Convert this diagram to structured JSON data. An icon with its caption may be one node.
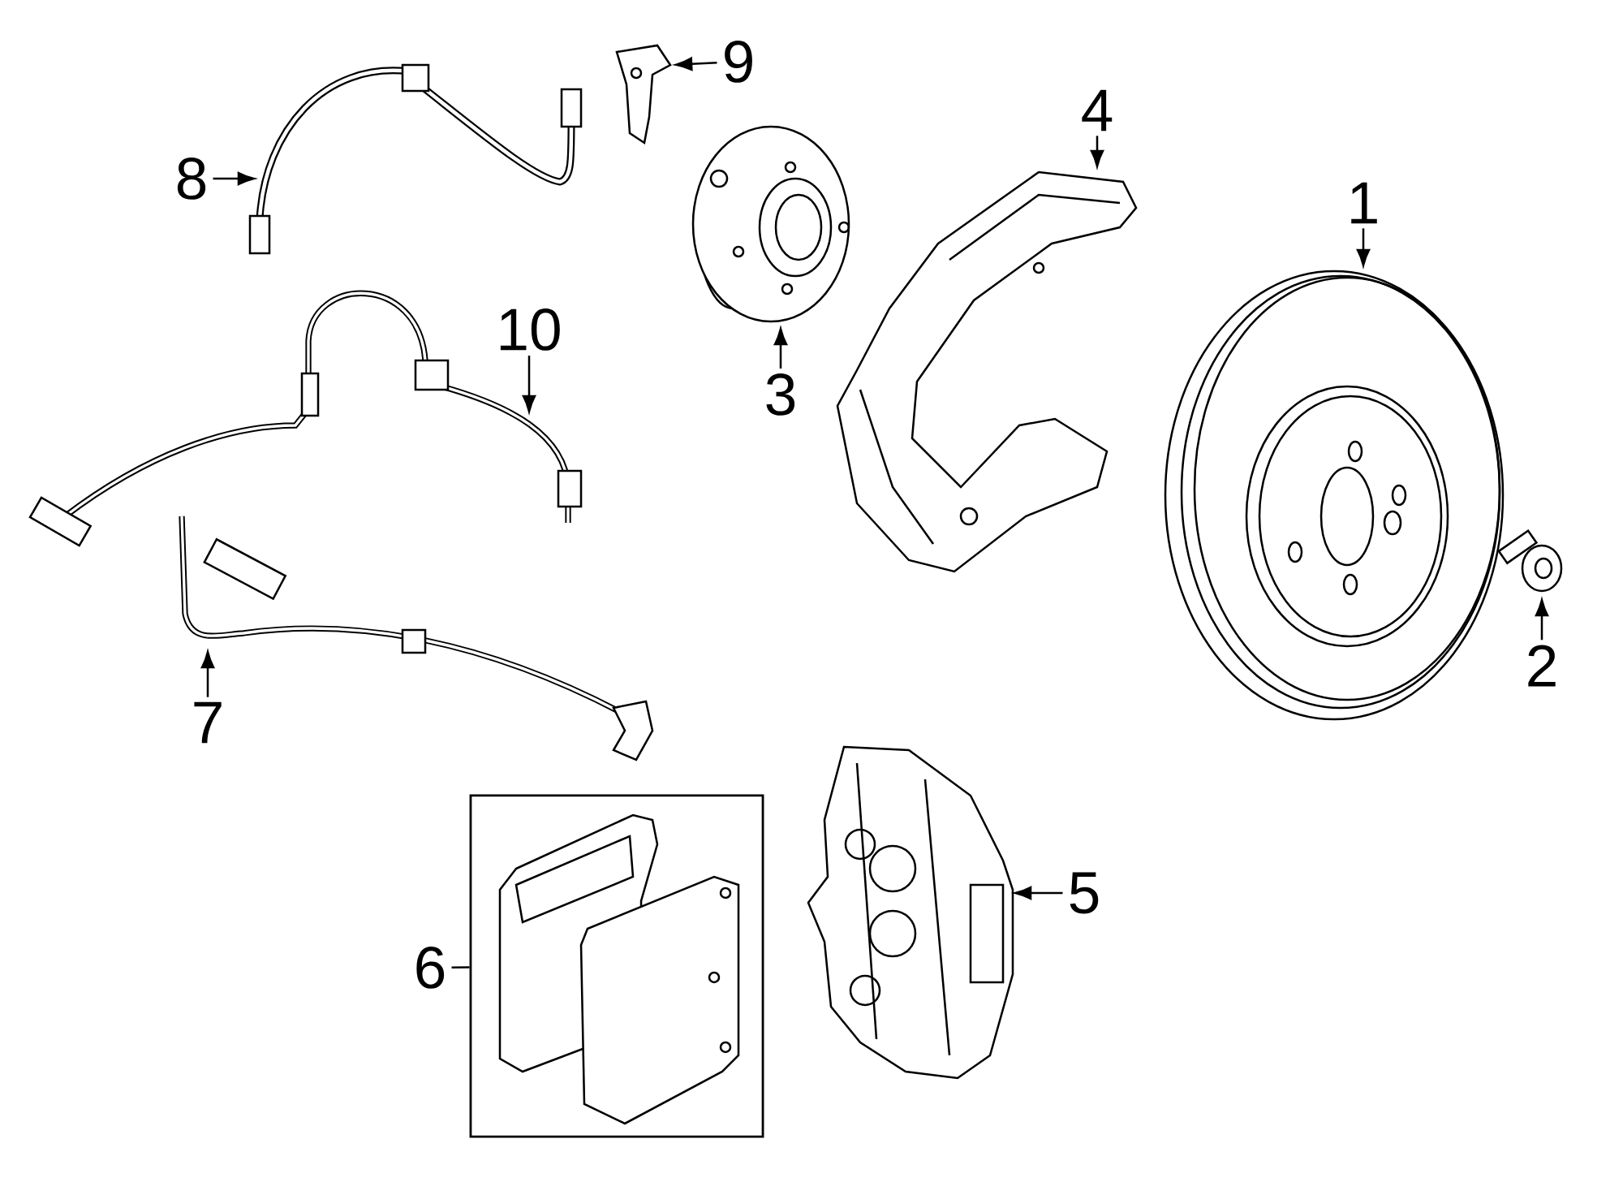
{
  "diagram": {
    "nodes": [
      {
        "text": [
          "9"
        ]
      },
      {
        "text": [
          "8"
        ]
      },
      {
        "text": [
          "4"
        ]
      },
      {
        "text": [
          "1"
        ]
      },
      {
        "text": [
          "10"
        ]
      },
      {
        "text": [
          "3"
        ]
      },
      {
        "text": [
          "2"
        ]
      },
      {
        "text": [
          "7"
        ]
      },
      {
        "text": [
          "6"
        ]
      },
      {
        "text": [
          "5"
        ]
      },
      {
        "text": [],
        "shape": "picture"
      },
      {
        "text": [],
        "shape": "picture"
      },
      {
        "text": [],
        "shape": "picture"
      },
      {
        "text": [],
        "shape": "picture"
      },
      {
        "text": [],
        "shape": "picture"
      },
      {
        "text": [],
        "shape": "picture"
      },
      {
        "text": [],
        "shape": "picture"
      },
      {
        "text": [],
        "shape": "picture"
      },
      {
        "text": [],
        "shape": "box"
      },
      {
        "text": [],
        "shape": "picture"
      }
    ],
    "edges": [
      {
        "from": 0,
        "to": 10,
        "arrow": "to"
      },
      {
        "from": 1,
        "to": 11,
        "arrow": "to"
      },
      {
        "from": 2,
        "to": 12,
        "arrow": "to"
      },
      {
        "from": 3,
        "to": 13,
        "arrow": "to"
      },
      {
        "from": 4,
        "to": 14,
        "arrow": "to"
      },
      {
        "from": 5,
        "to": 15,
        "arrow": "to"
      },
      {
        "from": 6,
        "to": 16,
        "arrow": "to"
      },
      {
        "from": 7,
        "to": 17,
        "arrow": "to"
      },
      {
        "from": 8,
        "to": 18,
        "arrow": "none"
      },
      {
        "from": 9,
        "to": 19,
        "arrow": "to"
      }
    ]
  }
}
